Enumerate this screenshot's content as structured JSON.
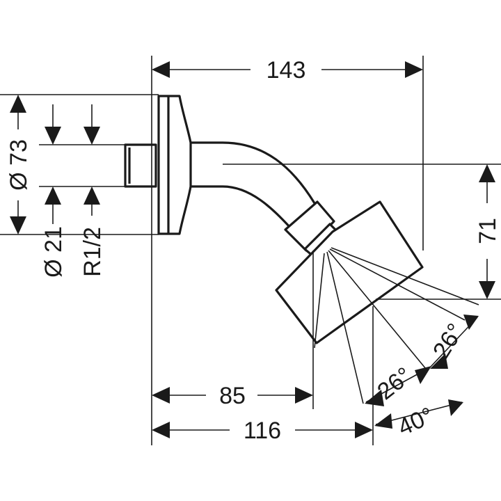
{
  "colors": {
    "line": "#1a1a1a",
    "background": "#ffffff"
  },
  "dimensions": {
    "overall_length": "143",
    "drop_height": "71",
    "flange_diameter": "Ø 73",
    "pipe_diameter": "Ø 21",
    "thread": "R1/2",
    "reach_to_head": "85",
    "reach_to_outlet": "116",
    "spray_angle_upper": "26°",
    "spray_angle_lower": "26°",
    "spray_angle_tilt": "40°"
  }
}
